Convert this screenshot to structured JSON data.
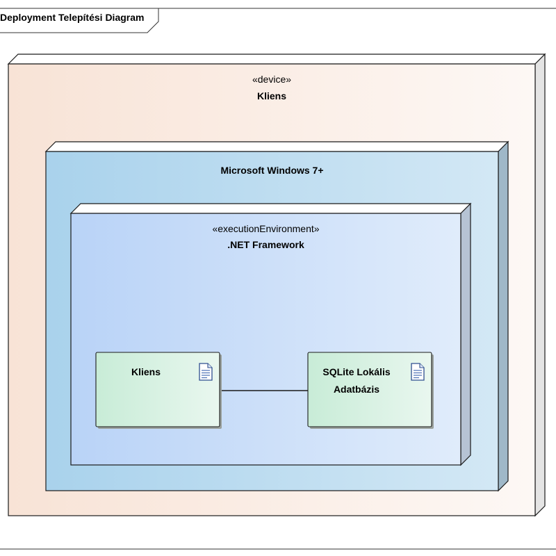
{
  "diagram": {
    "frame_title": "Deployment Telepítési Diagram",
    "colors": {
      "device_fill_left": "#f8e3d6",
      "device_fill_right": "#fdf8f5",
      "os_fill_left": "#a9d2ec",
      "os_fill_right": "#d3e8f5",
      "env_fill_left": "#b9d3f7",
      "env_fill_right": "#e0ecfb",
      "artifact_fill_left": "#c8ecd7",
      "artifact_fill_right": "#e9f7ef",
      "border": "#1a1a1a"
    },
    "device_node": {
      "stereotype": "«device»",
      "name": "Kliens"
    },
    "os_node": {
      "name": "Microsoft Windows 7+"
    },
    "execution_environment": {
      "stereotype": "«executionEnvironment»",
      "name": ".NET Framework"
    },
    "artifacts": [
      {
        "name": "Kliens",
        "icon": "document-icon"
      },
      {
        "name_line1": "SQLite Lokális",
        "name_line2": "Adatbázis",
        "icon": "document-icon"
      }
    ]
  }
}
